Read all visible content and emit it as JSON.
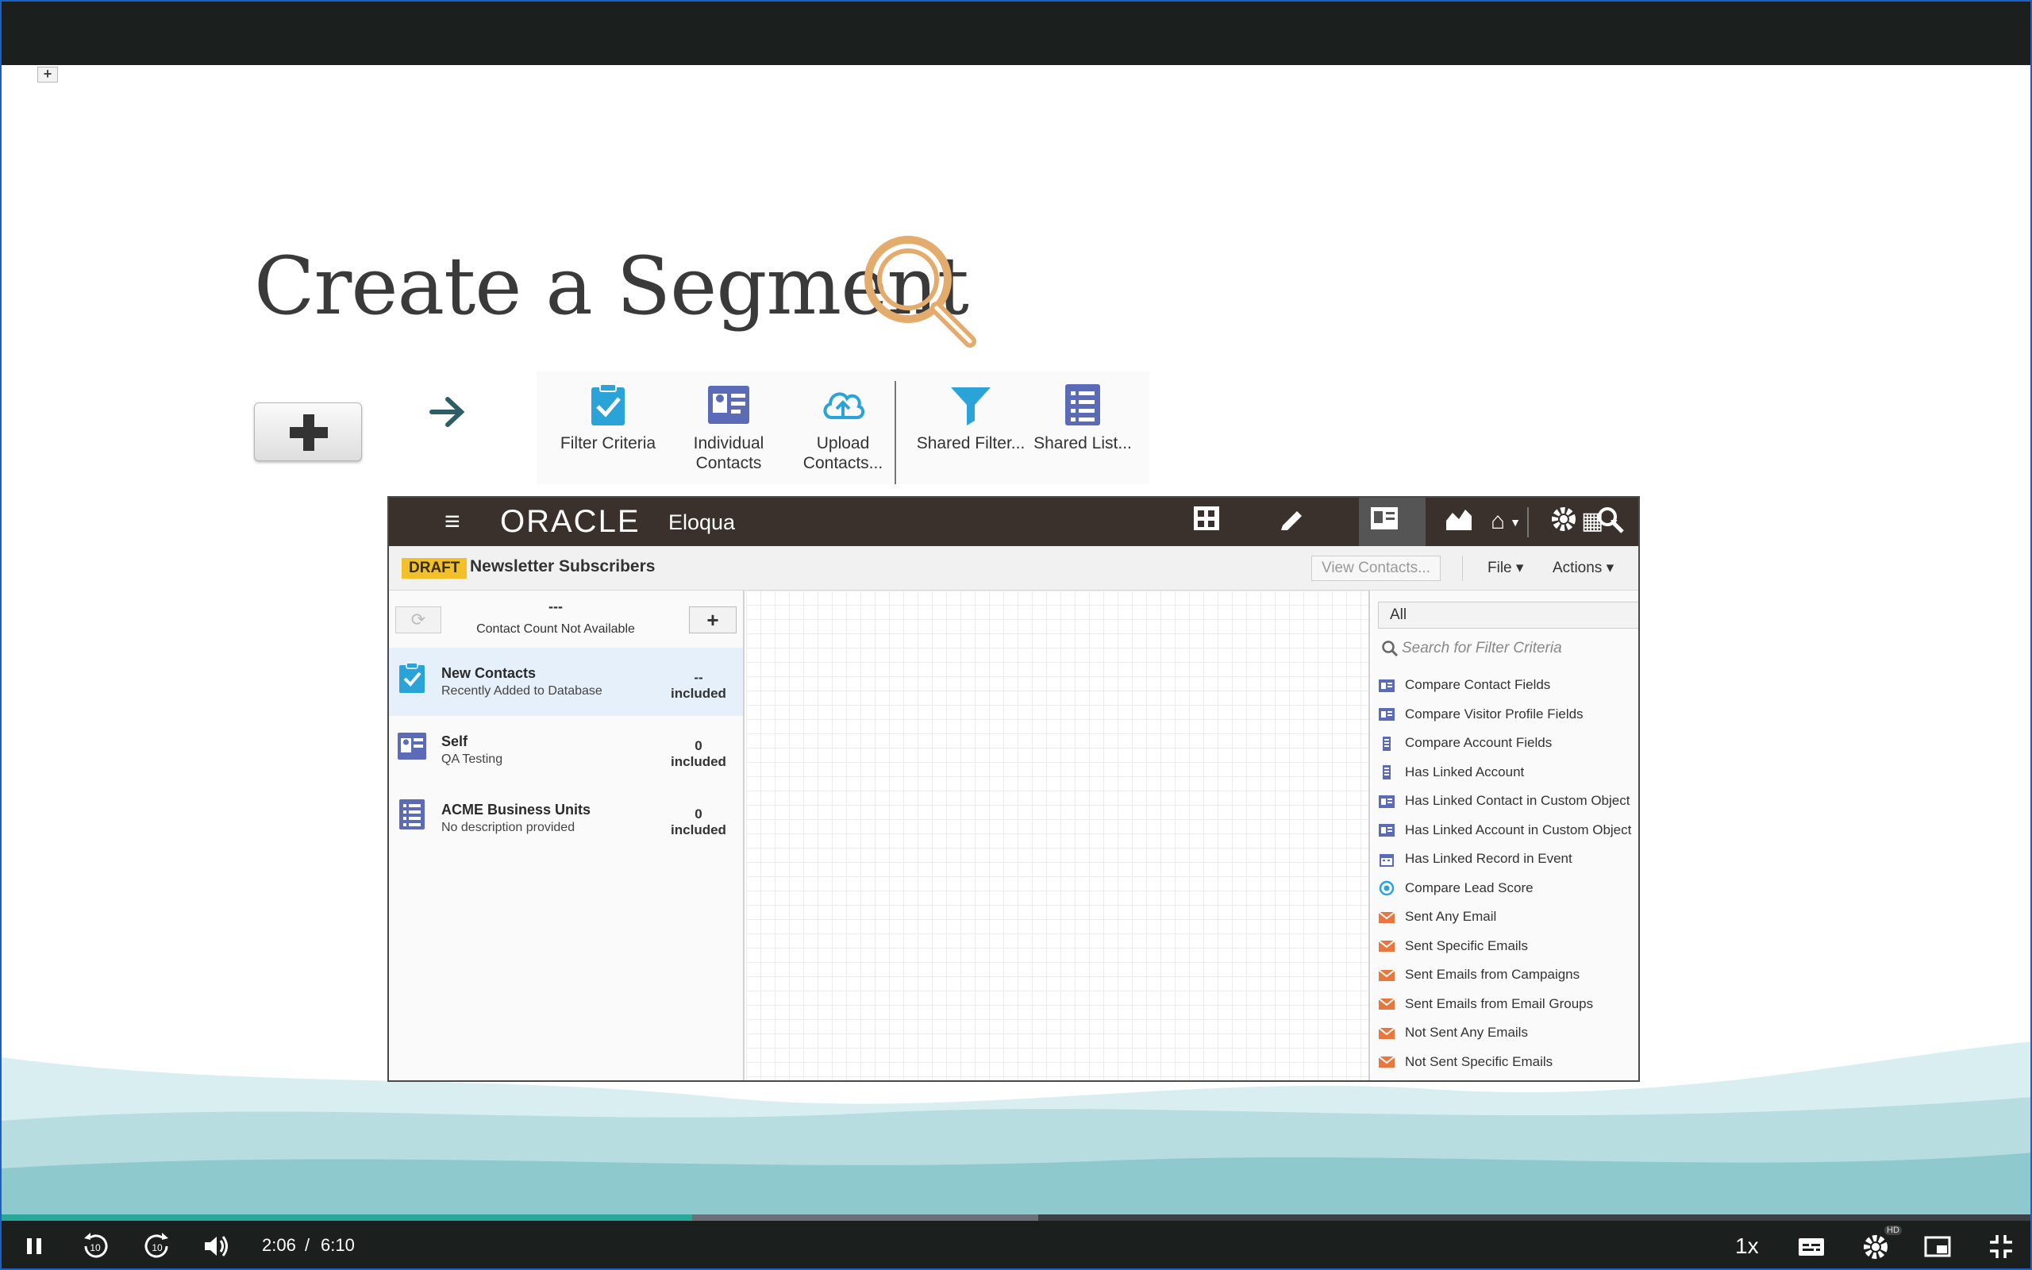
{
  "slide": {
    "title": "Create a Segment",
    "slide_plus_label": "+",
    "tools": [
      {
        "label_line1": "Filter Criteria",
        "label_line2": ""
      },
      {
        "label_line1": "Individual",
        "label_line2": "Contacts"
      },
      {
        "label_line1": "Upload",
        "label_line2": "Contacts..."
      },
      {
        "label_line1": "Shared Filter...",
        "label_line2": ""
      },
      {
        "label_line1": "Shared List...",
        "label_line2": ""
      }
    ]
  },
  "app": {
    "brand": "ORACLE",
    "product": "Eloqua",
    "hamburger": "≡",
    "status_badge": "DRAFT",
    "segment_name": "Newsletter Subscribers",
    "view_contacts": "View Contacts...",
    "file_menu": "File ▾",
    "actions_menu": "Actions ▾",
    "left_pane": {
      "count_value": "---",
      "count_label": "Contact Count Not Available",
      "add_label": "+",
      "refresh_label": "⟳",
      "rows": [
        {
          "name": "New Contacts",
          "desc": "Recently Added to Database",
          "count_top": "--",
          "count_bottom": "included"
        },
        {
          "name": "Self",
          "desc": "QA Testing",
          "count_top": "0",
          "count_bottom": "included"
        },
        {
          "name": "ACME Business Units",
          "desc": "No description provided",
          "count_top": "0",
          "count_bottom": "included"
        }
      ]
    },
    "right_pane": {
      "filter_select": "All",
      "search_placeholder": "Search for Filter Criteria",
      "criteria": [
        "Compare Contact Fields",
        "Compare Visitor Profile Fields",
        "Compare Account Fields",
        "Has Linked Account",
        "Has Linked Contact in Custom Object",
        "Has Linked Account in Custom Object",
        "Has Linked Record in Event",
        "Compare Lead Score",
        "Sent Any Email",
        "Sent Specific Emails",
        "Sent Emails from Campaigns",
        "Sent Emails from Email Groups",
        "Not Sent Any Emails",
        "Not Sent Specific Emails"
      ]
    }
  },
  "player": {
    "time_current": "2:06",
    "time_separator": "/",
    "time_total": "6:10",
    "speed": "1x",
    "hd": "HD",
    "played_fraction": 0.34,
    "buffered_fraction": 0.51
  },
  "colors": {
    "brand_blue": "#2aa3d8",
    "list_purple": "#5b6bb8",
    "draft_yellow": "#f4c02a",
    "email_orange": "#e8773d",
    "accent_teal": "#2aa79b",
    "search_gold": "#e3ab6c"
  }
}
